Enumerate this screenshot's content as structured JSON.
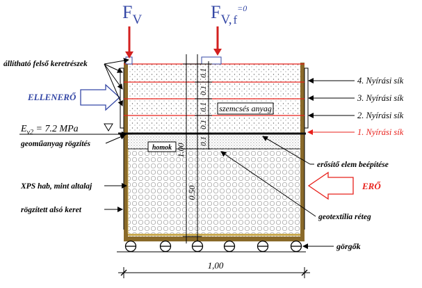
{
  "forces": {
    "fv_left": {
      "main": "F",
      "sub": "V"
    },
    "fv_right": {
      "main": "F",
      "sub": "V",
      "suffix": ",",
      "f_sub": "f",
      "f_eq": "=0"
    }
  },
  "labels": {
    "top_frames": "állítható felső keretrészek",
    "counter_force": "ELLENERŐ",
    "ev2_main": "E",
    "ev2_sub": "v2",
    "ev2_value": " = 7.2 MPa",
    "geo_fix": "geoműanyag rögzítés",
    "xps": "XPS hab, mint altalaj",
    "bottom_frame": "rögzített alsó keret",
    "granular": "szemcsés anyag",
    "sand": "homok",
    "shear4": "4. Nyírási sík",
    "shear3": "3. Nyírási sík",
    "shear2": "2. Nyírási sík",
    "shear1": "1. Nyírási sík",
    "reinforcement": "erősítő elem beépítése",
    "force": "ERŐ",
    "geotextile": "geotextília réteg",
    "rollers": "görgők"
  },
  "dims": {
    "layer": "0.1",
    "dim_100": "1.00",
    "dim_050": "0.50",
    "width": "1,00"
  },
  "colors": {
    "frame": "#8a6a2a",
    "frame_light": "#c9a94e",
    "shear_active": "#e8201b",
    "counter_blue": "#3548a6",
    "force_red": "#e8201b",
    "reinforcement_line": "#111111"
  }
}
